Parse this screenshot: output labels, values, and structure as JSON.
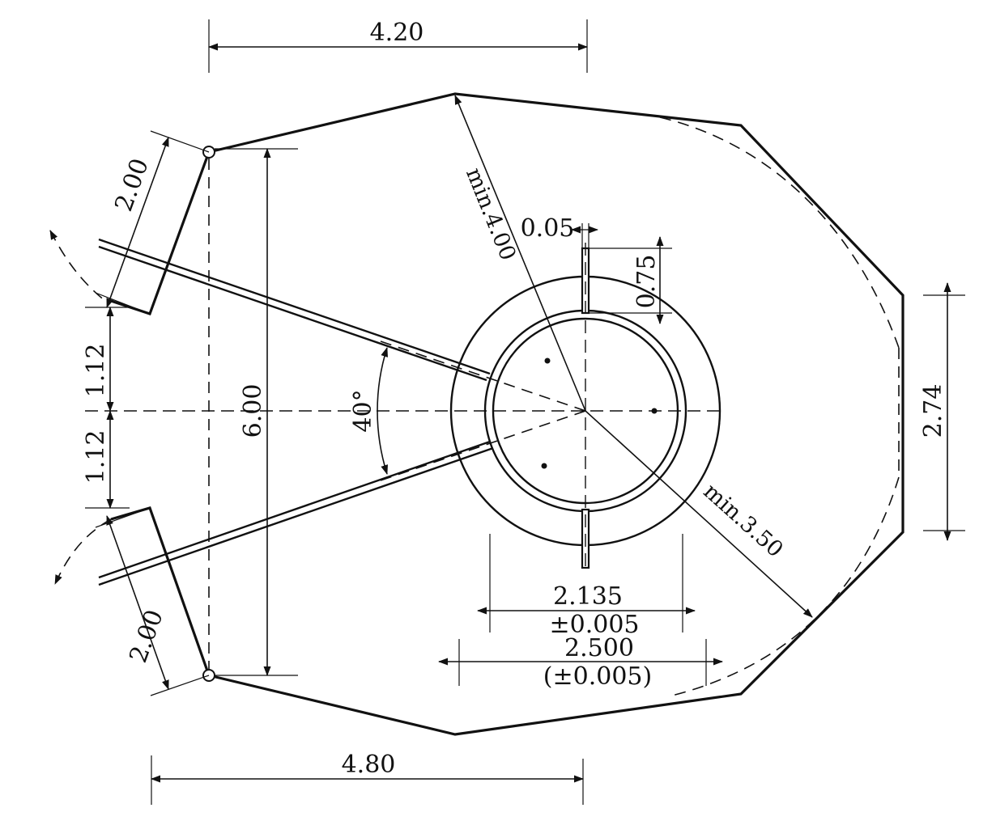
{
  "dimensions": {
    "top_width": "4.20",
    "bottom_width": "4.80",
    "flap_upper": "2.00",
    "flap_lower": "2.00",
    "half_upper": "1.12",
    "half_lower": "1.12",
    "height": "6.00",
    "angle": "40°",
    "radius_top": "min.4.00",
    "radius_bottom": "min.3.50",
    "slot_width": "0.05",
    "slot_depth": "0.75",
    "right_width": "2.74",
    "inner_diameter": "2.135",
    "inner_tolerance": "±0.005",
    "outer_diameter": "2.500",
    "outer_tolerance": "(±0.005)"
  }
}
